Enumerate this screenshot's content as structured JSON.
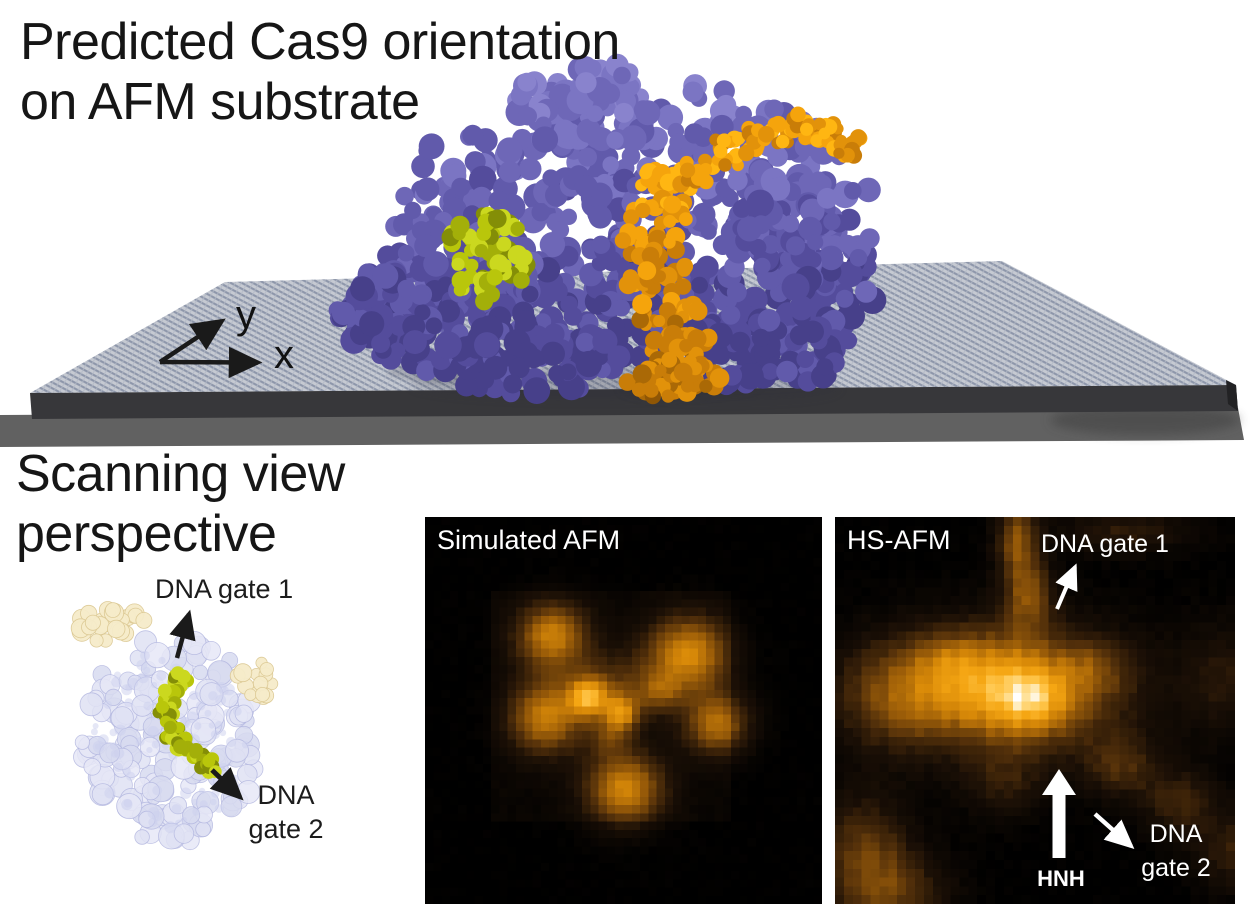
{
  "header": {
    "title_line1": "Predicted Cas9 orientation",
    "title_line2": "on AFM substrate"
  },
  "axes": {
    "x_label": "x",
    "y_label": "y"
  },
  "scanning": {
    "title_line1": "Scanning view",
    "title_line2": "perspective",
    "labels": {
      "dna_gate_1": "DNA gate 1",
      "dna_gate_2_line1": "DNA",
      "dna_gate_2_line2": "gate 2"
    }
  },
  "panels": {
    "simulated": {
      "title": "Simulated AFM"
    },
    "hsafm": {
      "title": "HS-AFM",
      "labels": {
        "dna_gate_1": "DNA gate 1",
        "hnh": "HNH",
        "dna_gate_2_line1": "DNA",
        "dna_gate_2_line2": "gate 2"
      }
    }
  },
  "colors": {
    "background": "#ffffff",
    "title_text": "#161616",
    "label_dark": "#1c1c1c",
    "label_light": "#ffffff",
    "substrate_top": "#c6cad2",
    "substrate_stripe": "#8d96aa",
    "substrate_stripe2": "#b3b9c6",
    "substrate_front": "#37373a",
    "substrate_shadow": "#616161",
    "protein_purple": [
      "#47408a",
      "#544c9c",
      "#615aab",
      "#6e67b7",
      "#7b75c3",
      "#8983cd",
      "#958fd6"
    ],
    "nucleic_orange": [
      "#ffb612",
      "#f5a40c",
      "#e2920a",
      "#c97d08",
      "#aa6906",
      "#8f5605"
    ],
    "hnh_yellow_green": [
      "#cbd81f",
      "#b9c60b",
      "#a3af09",
      "#848e07"
    ],
    "mini_surface": [
      "#e7e8f7",
      "#e0e2f4",
      "#d8dbf0"
    ],
    "mini_surface_edge": "#b4b8e0",
    "mini_cream": "#f6ecca",
    "mini_cream_edge": "#dcc994",
    "afm_colormap": [
      [
        0,
        "#000000"
      ],
      [
        0.18,
        "#1c1006"
      ],
      [
        0.34,
        "#53300a"
      ],
      [
        0.5,
        "#9a5c08"
      ],
      [
        0.65,
        "#d88908"
      ],
      [
        0.78,
        "#f5a613"
      ],
      [
        0.88,
        "#ffc549"
      ],
      [
        0.95,
        "#ffe29a"
      ],
      [
        1,
        "#ffffff"
      ]
    ]
  }
}
